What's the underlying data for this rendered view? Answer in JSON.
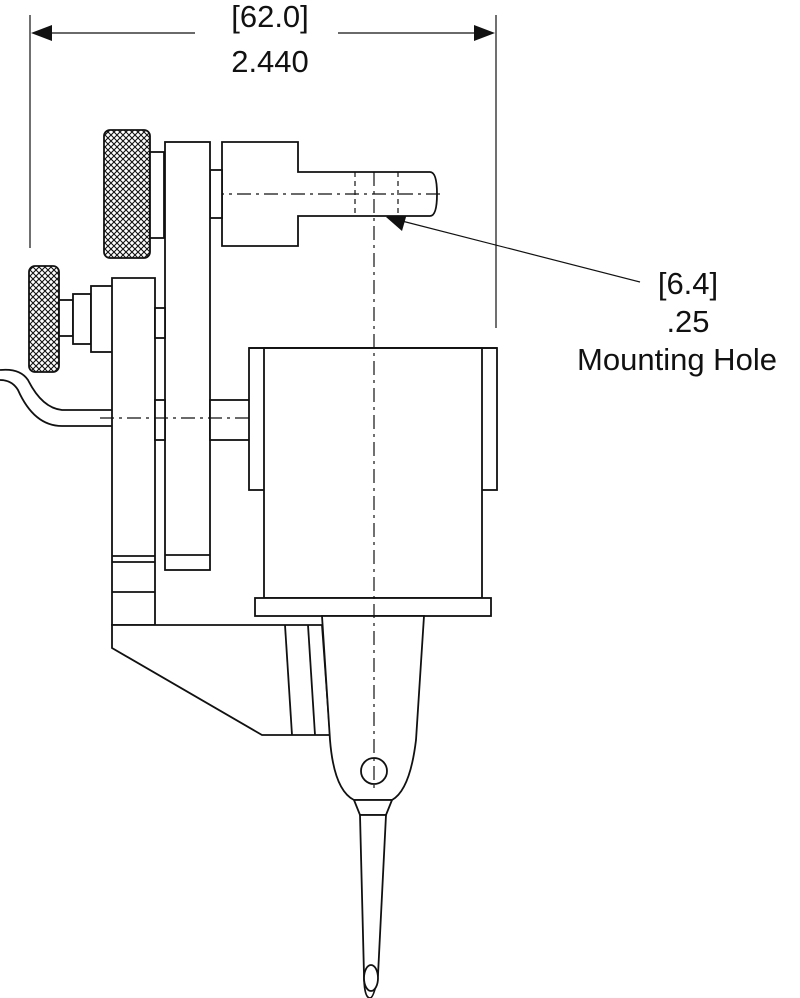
{
  "overall_width": {
    "metric": "[62.0]",
    "imperial": "2.440"
  },
  "mounting_hole": {
    "metric": "[6.4]",
    "imperial": ".25",
    "label": "Mounting Hole"
  },
  "colors": {
    "line": "#111111",
    "background": "#ffffff"
  }
}
